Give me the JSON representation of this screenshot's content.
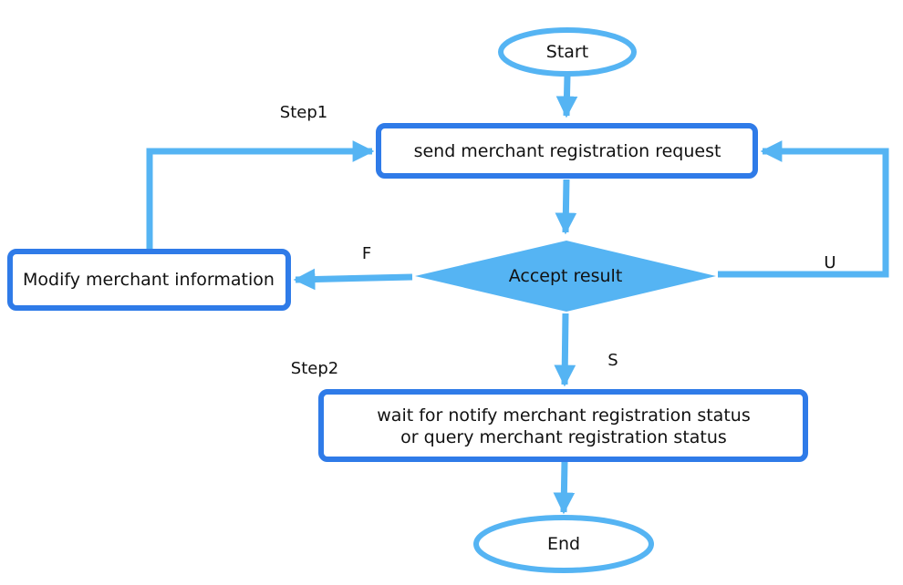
{
  "nodes": {
    "start": {
      "label": "Start"
    },
    "send_request": {
      "label": "send merchant registration request"
    },
    "accept_result": {
      "label": "Accept result"
    },
    "modify_info": {
      "label": "Modify merchant information"
    },
    "wait_notify": {
      "line1": "wait for notify merchant registration status",
      "line2": "or query merchant registration status"
    },
    "end": {
      "label": "End"
    }
  },
  "labels": {
    "step1": "Step1",
    "step2": "Step2",
    "fail": "F",
    "unknown": "U",
    "success": "S"
  },
  "colors": {
    "box_border": "#2f7be8",
    "connector": "#55b4f3",
    "decision_fill": "#55b4f3",
    "text": "#111111",
    "background": "#ffffff"
  }
}
